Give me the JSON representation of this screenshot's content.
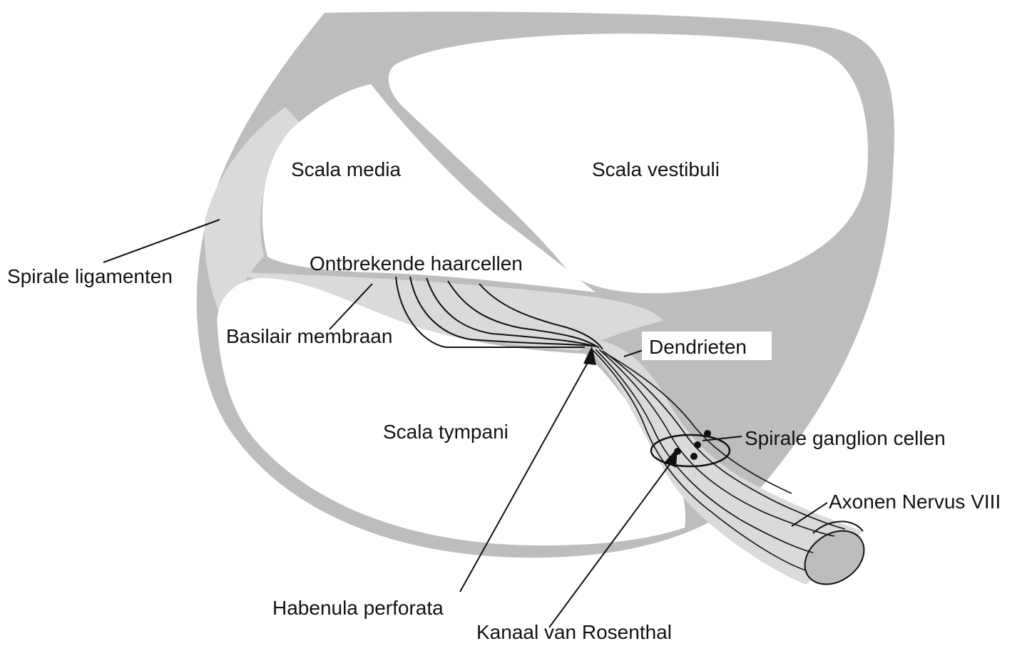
{
  "labels": {
    "scala_media": "Scala media",
    "scala_vestibuli": "Scala vestibuli",
    "scala_tympani": "Scala tympani",
    "spirale_ligamenten": "Spirale ligamenten",
    "ontbrekende_haarcellen": "Ontbrekende haarcellen",
    "basilair_membraan": "Basilair membraan",
    "dendrieten": "Dendrieten",
    "spirale_ganglion_cellen": "Spirale ganglion cellen",
    "axonen_nervus": "Axonen Nervus VIII",
    "habenula_perforata": "Habenula perforata",
    "kanaal_van_rosenthal": "Kanaal van Rosenthal"
  },
  "colors": {
    "tissue": "#bdbdbd",
    "light_tissue": "#dadada",
    "chamber": "#ffffff",
    "line": "#111111"
  }
}
